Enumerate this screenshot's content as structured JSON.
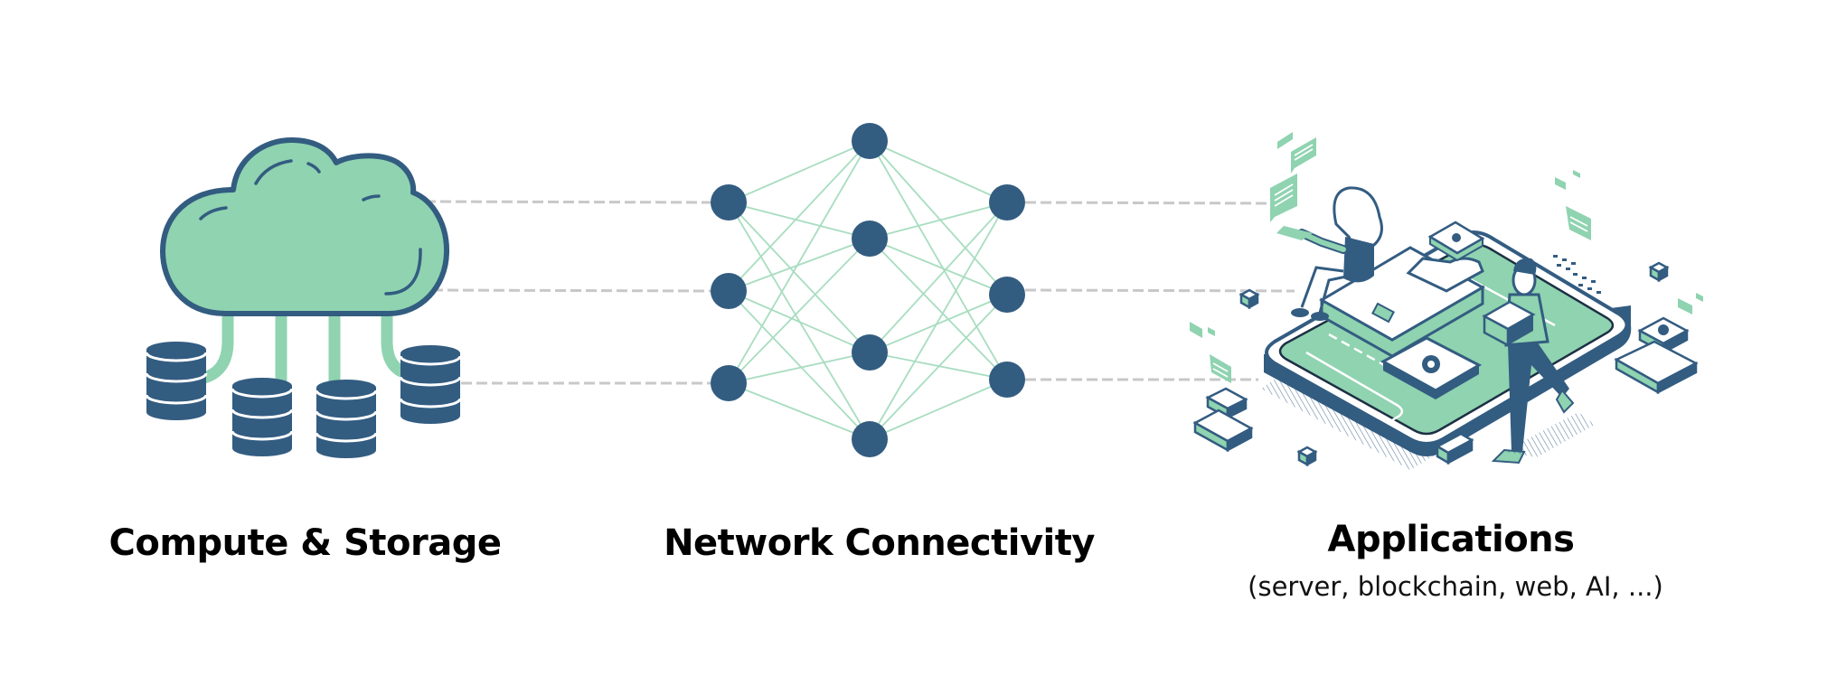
{
  "diagram": {
    "colors": {
      "dark_blue": "#335c81",
      "mint_green": "#8fd3b0",
      "connector_gray": "#c8c8c8",
      "edge_green": "#a8ddc0"
    },
    "sections": [
      {
        "id": "compute",
        "title": "Compute & Storage",
        "icon": "cloud-with-databases-icon",
        "database_count": 4
      },
      {
        "id": "network",
        "title": "Network Connectivity",
        "icon": "neural-network-icon",
        "layers": [
          3,
          4,
          3
        ]
      },
      {
        "id": "applications",
        "title": "Applications",
        "subtitle": "(server, blockchain, web, AI, ...)",
        "icon": "isometric-phone-apps-illustration"
      }
    ],
    "connectors": {
      "style": "dashed",
      "count_left": 3,
      "count_right": 3
    }
  }
}
